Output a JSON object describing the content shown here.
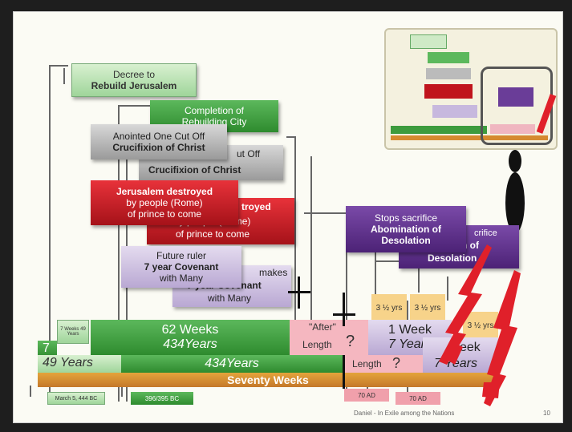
{
  "slide": {
    "footer_text": "Daniel - In Exile among the Nations",
    "page_number": "10"
  },
  "boxes": {
    "decree": {
      "line1": "Decree to",
      "line2": "Rebuild Jerusalem"
    },
    "completion": {
      "line1": "Completion of",
      "line2": "Rebuilding City"
    },
    "cut_off_front": {
      "line1": "Anointed One Cut Off",
      "line2": "Crucifixion of Christ"
    },
    "cut_off_back": {
      "line1": "ut Off",
      "line2": "Crucifixion of Christ"
    },
    "jerusalem_front": {
      "line1": "Jerusalem destroyed",
      "line2": "by people (Rome)",
      "line3": "of prince to come"
    },
    "jerusalem_back": {
      "line1": "troyed",
      "line2": "by people (Rome)",
      "line3": "of prince to come"
    },
    "future_ruler": {
      "line1": "Future ruler",
      "line2": "7 year Covenant",
      "line3": "with Many"
    },
    "covenant_back": {
      "line1": "makes",
      "line2": "7 year Covenant",
      "line3": "with Many"
    },
    "stops_front": {
      "line1": "Stops sacrifice",
      "line2": "Abomination of",
      "line3": "Desolation"
    },
    "stops_back": {
      "line1": "crifice",
      "line2": "Abomination of",
      "line3": "Desolation"
    }
  },
  "timeline": {
    "small_box": "7 Weeks 49 Years",
    "sixty_two_weeks": "62 Weeks",
    "four34_years_top": "434Years",
    "after_label": "\"After\"",
    "length_label": "Length",
    "question_mark": "?",
    "one_week": "1 Week",
    "seven_years": "7 Years",
    "forty_nine_years": "49 Years",
    "four34_years_bottom": "434Years",
    "length_label_2": "Length",
    "question_mark_2": "?",
    "week_partial": "eek",
    "seven_years_2": "7 Years",
    "seventy_weeks": "Seventy Weeks",
    "half_week_1": "3 ½ yrs",
    "half_week_2": "3 ½ yrs",
    "half_week_3": "3 ½ yrs",
    "seven_left": "7",
    "march_date": "March 5, 444 BC",
    "bc_date": "396/395 BC",
    "ad70_1": "70 AD",
    "ad70_2": "70 AD"
  },
  "colors": {
    "green": "#2e8b2e",
    "red": "#c0141d",
    "purple": "#5a2d86",
    "orange": "#d58a2f"
  }
}
